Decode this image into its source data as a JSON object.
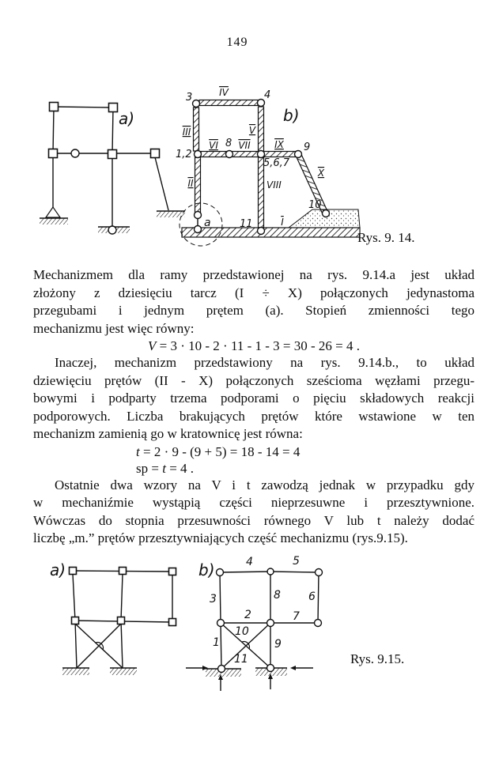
{
  "page": {
    "number": "149"
  },
  "figure_914": {
    "caption": "Rys. 9. 14.",
    "diagram_a_label": "a)",
    "diagram_b_label": "b)",
    "nodes": {
      "n3": "3",
      "n4": "4",
      "n12": "1,2",
      "n8": "8",
      "n567": "5,6,7",
      "n9": "9",
      "n10": "10",
      "n11": "11",
      "na": "a"
    },
    "members": {
      "m1": "I",
      "m2": "II",
      "m3": "III",
      "m4": "IV",
      "m5": "V",
      "m6": "VI",
      "m7": "VII",
      "m8": "VIII",
      "m9": "IX",
      "m10": "X"
    }
  },
  "text": {
    "p1_lines": [
      "Mechanizmem dla ramy przedstawionej na rys. 9.14.a jest układ",
      "złożony z dziesięciu tarcz (I ÷ X) połączonych jedynastoma",
      "przegubami i jednym prętem (a). Stopień zmienności tego",
      "mechanizmu jest więc równy:"
    ],
    "formula_v": {
      "lhs": "V",
      "rhs": " = 3 · 10 - 2 · 11 - 1 - 3 = 30 - 26 = 4 ."
    },
    "p2_lines": [
      "Inaczej, mechanizm przedstawiony na rys. 9.14.b., to układ",
      "dziewięciu prętów (II - X) połączonych sześcioma węzłami przegu-",
      "bowymi i podparty trzema podporami o pięciu składowych reakcji",
      "podporowych. Liczba brakujących prętów które wstawione w ten",
      "mechanizm zamienią go w kratownicę jest równa:"
    ],
    "formula_t": {
      "lhs": "t",
      "rhs": " = 2 · 9 -  (9 + 5) = 18 - 14 = 4"
    },
    "formula_sp": {
      "pre": "sp = ",
      "mid": "t",
      "post": " = 4 ."
    },
    "p3_lines": [
      "Ostatnie dwa wzory na V i t  zawodzą jednak w przypadku gdy",
      "w mechaniźmie wystąpią części nieprzesuwne i przesztywnione.",
      "Wówczas do stopnia przesuwności równego V lub t należy dodać",
      "liczbę „m.” prętów przesztywniających część mechanizmu (rys.9.15)."
    ]
  },
  "figure_915": {
    "caption": "Rys. 9.15.",
    "diagram_a_label": "a)",
    "diagram_b_label": "b)",
    "members": {
      "m1": "1",
      "m2": "2",
      "m3": "3",
      "m4": "4",
      "m5": "5",
      "m6": "6",
      "m7": "7",
      "m8": "8",
      "m9": "9",
      "m10": "10",
      "m11": "11"
    }
  }
}
